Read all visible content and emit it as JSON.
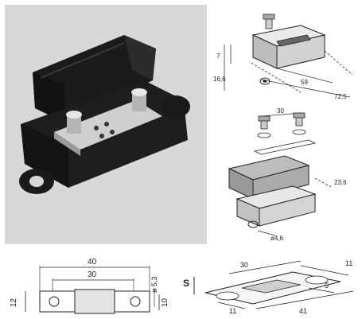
{
  "photo": {
    "icon": "fuse-holder-photo"
  },
  "iso_top": {
    "dim_height_small": "7",
    "dim_height_total": "16,6",
    "dim_length_inner": "59",
    "dim_length_outer": "72,5"
  },
  "iso_exploded": {
    "dim_stud_spacing": "30",
    "dim_width": "23,6",
    "dim_hole": "ø4,6"
  },
  "drawing_front": {
    "dim_overall": "40",
    "dim_spacing": "30",
    "dim_hole": "ø 5,3",
    "dim_height_left": "12",
    "dim_height_right": "10"
  },
  "drawing_fuse": {
    "label_s": "S",
    "dim_top": "30",
    "dim_width": "11",
    "dim_slot": "5",
    "dim_tab": "11",
    "dim_total": "41"
  }
}
